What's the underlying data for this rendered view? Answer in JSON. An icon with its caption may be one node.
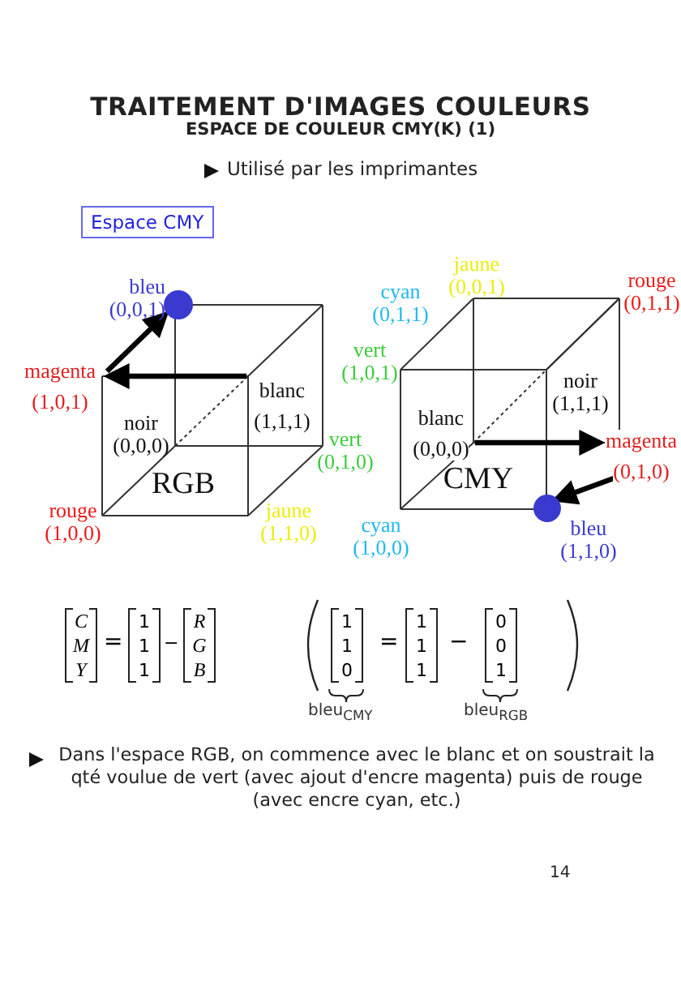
{
  "diagram": {
    "title": "TRAITEMENT D'IMAGES COULEURS",
    "nodes": [
      {
        "text": [
          "Espace CMY"
        ]
      },
      {
        "text": [],
        "shape": "circle",
        "beside": [
          "bleu",
          "(0,0,1)"
        ]
      },
      {
        "text": [
          "magenta",
          "(1,0,1)"
        ]
      },
      {
        "text": [
          "blanc",
          "(1,1,1)"
        ]
      },
      {
        "text": [
          "blanc",
          "(0,0,0)"
        ]
      },
      {
        "text": [
          "magenta",
          "(0,1,0)"
        ]
      },
      {
        "text": [],
        "shape": "circle",
        "beside": [
          "bleu",
          "(1,1,0)"
        ]
      }
    ],
    "edges": [
      {
        "from": 3,
        "to": 2,
        "arrow": "to"
      },
      {
        "from": 2,
        "to": 1,
        "arrow": "to"
      },
      {
        "from": 4,
        "to": 5,
        "arrow": "to"
      },
      {
        "from": 5,
        "to": 6,
        "arrow": "to"
      }
    ],
    "labels": [
      "ESPACE DE COULEUR CMY(K) (1)",
      "Utilisé par les imprimantes",
      "cyan",
      "(0,1,1)",
      "jaune",
      "(0,0,1)",
      "rouge",
      "(0,1,1)",
      "vert",
      "(1,0,1)",
      "noir",
      "(1,1,1)",
      "noir",
      "(0,0,0)",
      "vert",
      "(0,1,0)",
      "RGB",
      "CMY",
      "rouge",
      "(1,0,0)",
      "jaune",
      "(1,1,0)",
      "cyan",
      "(1,0,0)",
      "C",
      "M",
      "Y",
      "=",
      "1",
      "1",
      "1",
      "−",
      "R",
      "G",
      "B",
      "1",
      "1",
      "0",
      "=",
      "1",
      "1",
      "1",
      "−",
      "0",
      "0",
      "1",
      "bleu$_{CMY}$",
      "bleu$_{RGB}$",
      "Dans l'espace RGB, on commence avec le blanc et on soustrait la qté voulue de vert (avec ajout d'encre magenta) puis de rouge (avec encre cyan, etc.)",
      "14"
    ]
  }
}
